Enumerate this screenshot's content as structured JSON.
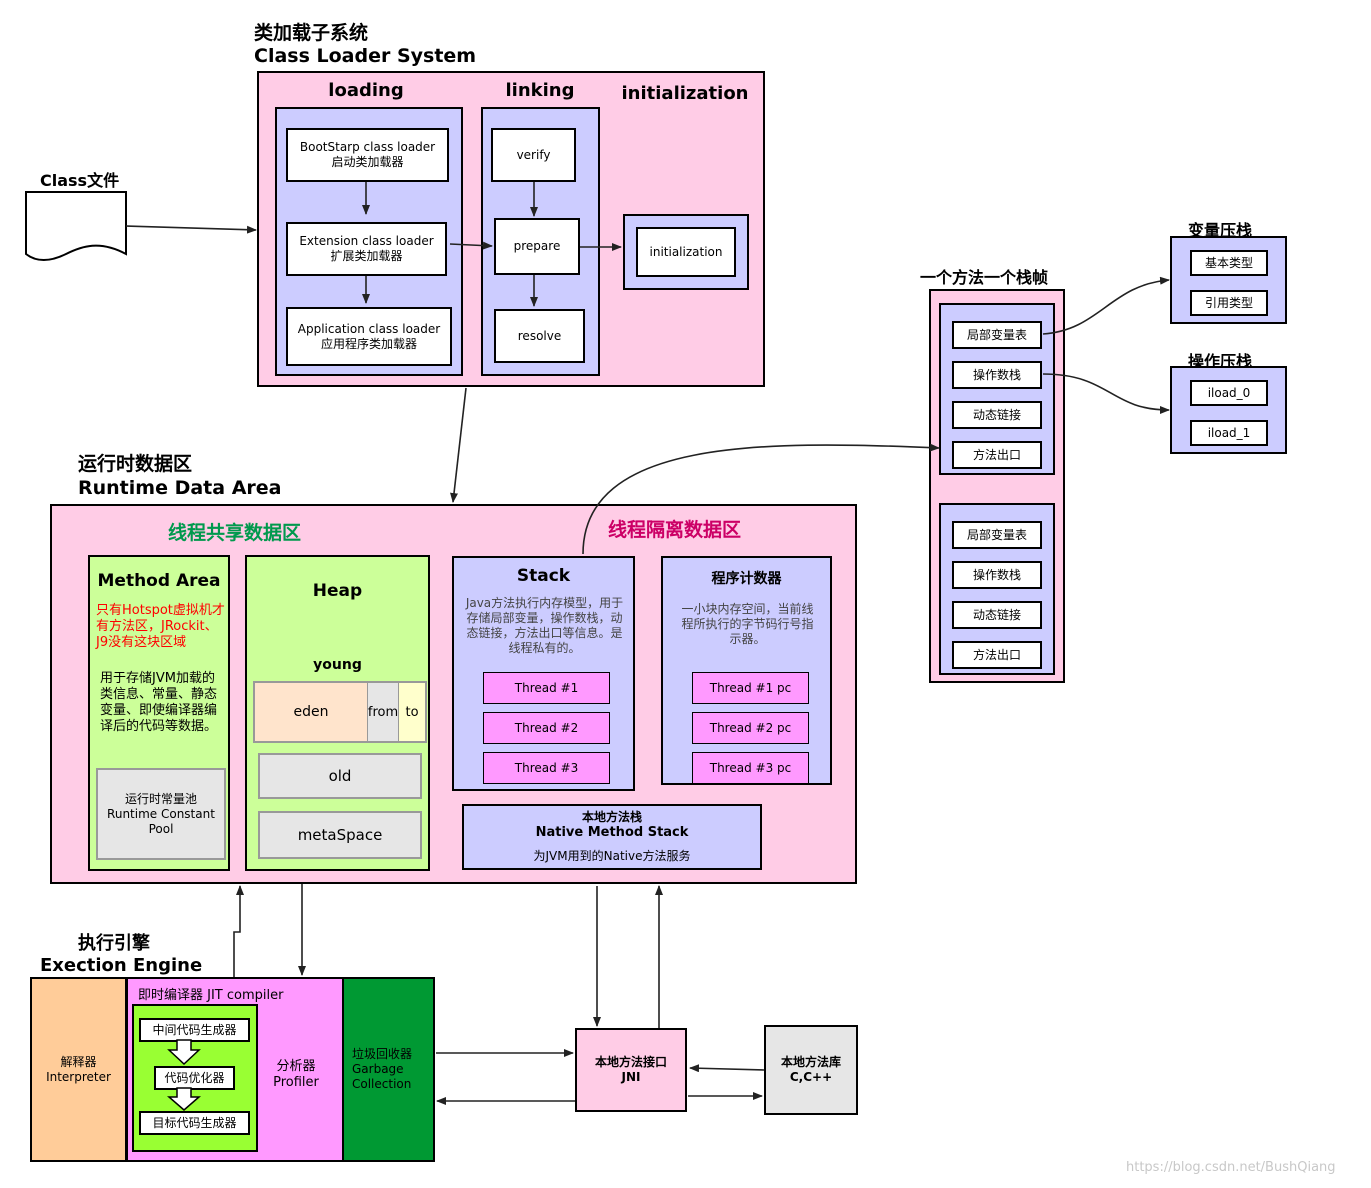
{
  "title": {
    "class_loader_cn": "类加载子系统",
    "class_loader_en": "Class Loader System",
    "runtime_cn": "运行时数据区",
    "runtime_en": "Runtime Data Area",
    "engine_cn": "执行引擎",
    "engine_en": "Exection Engine"
  },
  "class_file": {
    "label": "Class文件"
  },
  "loader": {
    "loading": "loading",
    "linking": "linking",
    "initialization": "initialization",
    "bootstrap_en": "BootStarp class loader",
    "bootstrap_cn": "启动类加载器",
    "extension_en": "Extension class loader",
    "extension_cn": "扩展类加载器",
    "application_en": "Application class loader",
    "application_cn": "应用程序类加载器",
    "verify": "verify",
    "prepare": "prepare",
    "resolve": "resolve",
    "init_box": "initialization"
  },
  "runtime": {
    "shared": "线程共享数据区",
    "isolated": "线程隔离数据区",
    "method_area": {
      "title": "Method Area",
      "note": "只有Hotspot虚拟机才有方法区，JRockit、J9没有这块区域",
      "desc": "用于存储JVM加载的类信息、常量、静态变量、即使编译器编译后的代码等数据。",
      "pool_cn": "运行时常量池",
      "pool_en1": "Runtime Constant",
      "pool_en2": "Pool"
    },
    "heap": {
      "title": "Heap",
      "young": "young",
      "eden": "eden",
      "from": "from",
      "to": "to",
      "old": "old",
      "meta": "metaSpace"
    },
    "stack": {
      "title": "Stack",
      "desc": "Java方法执行内存模型，用于存储局部变量，操作数栈，动态链接，方法出口等信息。是线程私有的。",
      "threads": [
        "Thread #1",
        "Thread #2",
        "Thread #3"
      ]
    },
    "pc": {
      "title": "程序计数器",
      "desc": "一小块内存空间，当前线程所执行的字节码行号指示器。",
      "threads": [
        "Thread #1 pc",
        "Thread #2 pc",
        "Thread #3 pc"
      ]
    },
    "native": {
      "cn": "本地方法栈",
      "en": "Native Method Stack",
      "desc": "为JVM用到的Native方法服务"
    }
  },
  "frame": {
    "title": "一个方法一个栈帧",
    "items": [
      "局部变量表",
      "操作数栈",
      "动态链接",
      "方法出口"
    ]
  },
  "var_stack": {
    "title": "变量压栈",
    "items": [
      "基本类型",
      "引用类型"
    ]
  },
  "op_stack": {
    "title": "操作压栈",
    "items": [
      "iload_0",
      "iload_1"
    ]
  },
  "engine": {
    "interp_cn": "解释器",
    "interp_en": "Interpreter",
    "jit": "即时编译器 JIT compiler",
    "jit_steps": [
      "中间代码生成器",
      "代码优化器",
      "目标代码生成器"
    ],
    "profiler_cn": "分析器",
    "profiler_en": "Profiler",
    "gc_cn": "垃圾回收器",
    "gc_en1": "Garbage",
    "gc_en2": "Collection"
  },
  "jni": {
    "cn": "本地方法接口",
    "en": "JNI"
  },
  "native_lib": {
    "cn": "本地方法库",
    "en": "C,C++"
  },
  "watermark": "https://blog.csdn.net/BushQiang",
  "colors": {
    "pink": "#ffcce6",
    "lavender": "#ccccff",
    "lime": "#ccff99",
    "magenta": "#ff99ff",
    "orange": "#ffcc99",
    "green": "#009933",
    "grey": "#e6e6e6",
    "red": "#ff0000",
    "shared_title": "#00994d",
    "isolated_title": "#cc0066"
  }
}
